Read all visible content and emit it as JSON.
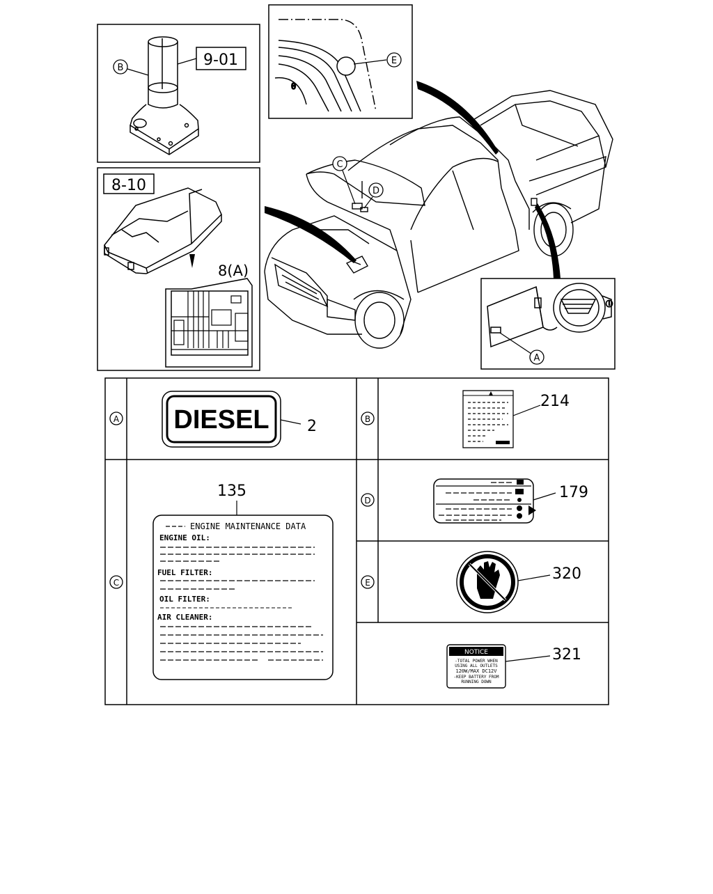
{
  "callouts": {
    "jack_ref": "9-01",
    "fusebox_ref": "8-10",
    "fuse_label_ref": "8(A)",
    "A": "A",
    "B": "B",
    "C": "C",
    "D": "D",
    "E": "E"
  },
  "table": {
    "row_letters": {
      "A": "A",
      "B": "B",
      "C": "C",
      "D": "D",
      "E": "E"
    },
    "part_numbers": {
      "diesel": "2",
      "label_b": "214",
      "engine_data": "135",
      "label_d": "179",
      "label_e": "320",
      "notice": "321"
    },
    "diesel_text": "DIESEL",
    "engine_label": {
      "heading": "ENGINE MAINTENANCE DATA",
      "fields": [
        "ENGINE OIL:",
        "FUEL FILTER:",
        "OIL FILTER:",
        "AIR CLEANER:"
      ]
    },
    "notice_label": {
      "title": "NOTICE",
      "lines": [
        "-TOTAL POWER WHEN",
        "USING ALL OUTLETS",
        "120W/MAX DC12V",
        "-KEEP BATTERY FROM",
        "RUNNING DOWN"
      ]
    }
  }
}
